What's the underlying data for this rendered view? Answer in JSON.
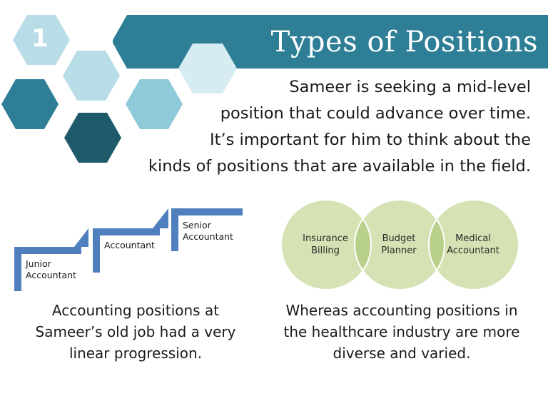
{
  "slide": {
    "number": "1",
    "title": "Types of Positions",
    "intro_lines": [
      "Sameer is seeking a mid-level",
      "position that could advance over time.",
      "It’s important for him to think about the",
      "kinds of positions that are available in the field."
    ]
  },
  "staircase": {
    "steps": [
      {
        "lines": [
          "Junior",
          "Accountant"
        ]
      },
      {
        "lines": [
          "Accountant"
        ]
      },
      {
        "lines": [
          "Senior",
          "Accountant"
        ]
      }
    ],
    "caption_lines": [
      "Accounting positions at",
      "Sameer’s old job had a very",
      "linear progression."
    ]
  },
  "venn": {
    "circles": [
      {
        "lines": [
          "Insurance",
          "Billing"
        ]
      },
      {
        "lines": [
          "Budget",
          "Planner"
        ]
      },
      {
        "lines": [
          "Medical",
          "Accountant"
        ]
      }
    ],
    "caption_lines": [
      "Whereas accounting positions in",
      "the healthcare industry are more",
      "diverse and varied."
    ]
  },
  "colors": {
    "teal": "#2e7f96",
    "dark_teal": "#1f5a6b",
    "light_blue": "#b9dde7",
    "mid_blue": "#8fcad8",
    "pale_blue": "#d6ecf2",
    "step_blue": "#4f80bd",
    "venn_fill": "#d5e2b3",
    "venn_overlap": "#b9d08a",
    "venn_stroke": "#ffffff"
  }
}
